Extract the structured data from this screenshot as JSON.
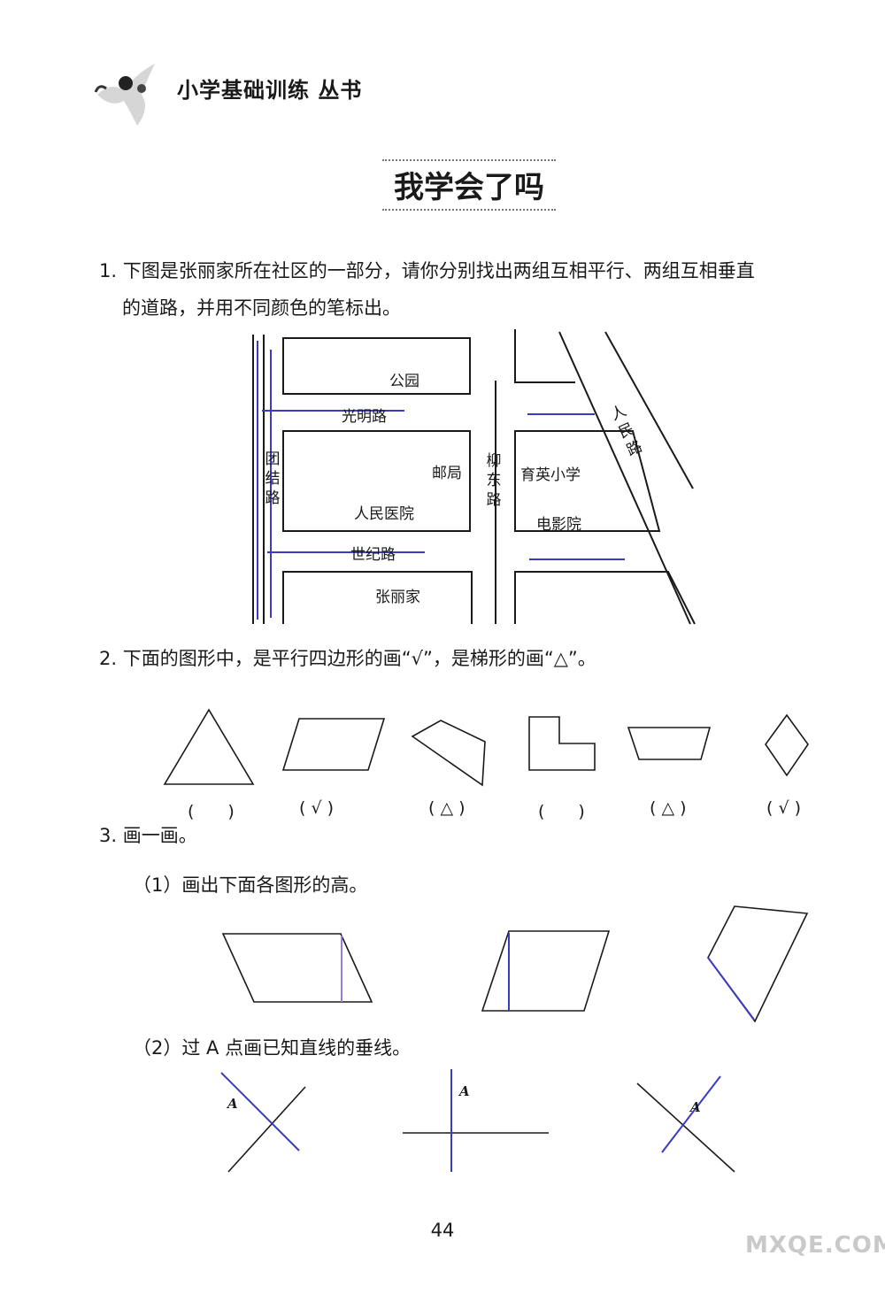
{
  "header": {
    "series_title": "小学基础训练 丛书"
  },
  "section_title": "我学会了吗",
  "q1": {
    "line1": "1. 下图是张丽家所在社区的一部分，请你分别找出两组互相平行、两组互相垂直",
    "line2": "的道路，并用不同颜色的笔标出。",
    "map": {
      "park": "公园",
      "guangming_road": "光明路",
      "tuanjie_road": "团结路",
      "post_office": "邮局",
      "liudong_road": "柳东路",
      "yuying_school": "育英小学",
      "renmin_road": "人民路",
      "hospital": "人民医院",
      "cinema": "电影院",
      "shiji_road": "世纪路",
      "zhangli_home": "张丽家"
    }
  },
  "q2": {
    "text": "2. 下面的图形中，是平行四边形的画“√”，是梯形的画“△”。",
    "answers": [
      "(　　)",
      "( √ )",
      "( △ )",
      "(　　)",
      "( △ )",
      "( √ )"
    ]
  },
  "q3": {
    "text": "3. 画一画。",
    "sub1": "（1）画出下面各图形的高。",
    "sub2": "（2）过 A 点画已知直线的垂线。",
    "point_label": "A"
  },
  "page_number": "44",
  "watermark": "MXQE.COM",
  "colors": {
    "ink": "#1a1a1a",
    "pen_blue": "#3b3bbf",
    "pen_purple": "#a07ad8"
  }
}
